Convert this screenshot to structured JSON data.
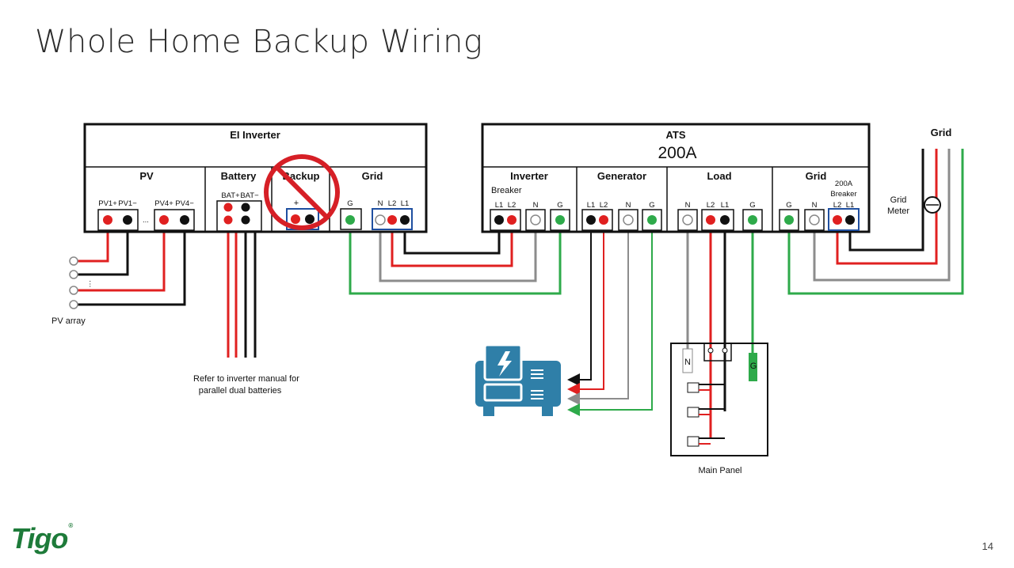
{
  "slide": {
    "title": "Whole Home Backup Wiring",
    "page_number": "14",
    "logo_text": "Tigo",
    "logo_mark": "®"
  },
  "inverter": {
    "title": "EI Inverter",
    "sections": {
      "pv": "PV",
      "battery": "Battery",
      "backup": "Backup",
      "grid": "Grid"
    },
    "pv_terminals": [
      "PV1+",
      "PV1−",
      "PV4+",
      "PV4−"
    ],
    "pv_dots": "...",
    "battery_terminals": [
      "BAT+",
      "BAT−"
    ],
    "backup_symbol": "+",
    "grid_terminals": [
      "G",
      "N",
      "L2",
      "L1"
    ]
  },
  "ats": {
    "title": "ATS",
    "rating": "200A",
    "sections": {
      "inverter": "Inverter",
      "inverter_sub": "Breaker",
      "generator": "Generator",
      "load": "Load",
      "grid": "Grid",
      "grid_breaker": [
        "200A",
        "Breaker"
      ]
    },
    "inverter_terminals": [
      "L1",
      "L2",
      "N",
      "G"
    ],
    "generator_terminals": [
      "L1",
      "L2",
      "N",
      "G"
    ],
    "load_terminals": [
      "N",
      "L2",
      "L1",
      "G"
    ],
    "grid_terminals": [
      "G",
      "N",
      "L2",
      "L1"
    ]
  },
  "grid_side": {
    "label": "Grid",
    "meter_label": [
      "Grid",
      "Meter"
    ]
  },
  "pv_array": {
    "label": "PV array",
    "dots": "⋮"
  },
  "battery_note": [
    "Refer to inverter manual for",
    "parallel dual batteries"
  ],
  "main_panel": {
    "label": "Main Panel",
    "n_label": "N",
    "g_label": "G"
  },
  "colors": {
    "red": "#e02020",
    "black": "#111111",
    "green": "#2eaa4a",
    "gray": "#8c8c8c",
    "white_term": "#ffffff",
    "generator": "#2f7fa8",
    "prohibit": "#d61f26",
    "terminal_box": "#1f4fa0"
  },
  "icons": {
    "generator": "generator-icon",
    "prohibited": "prohibited-icon",
    "meter": "grid-meter-icon"
  }
}
